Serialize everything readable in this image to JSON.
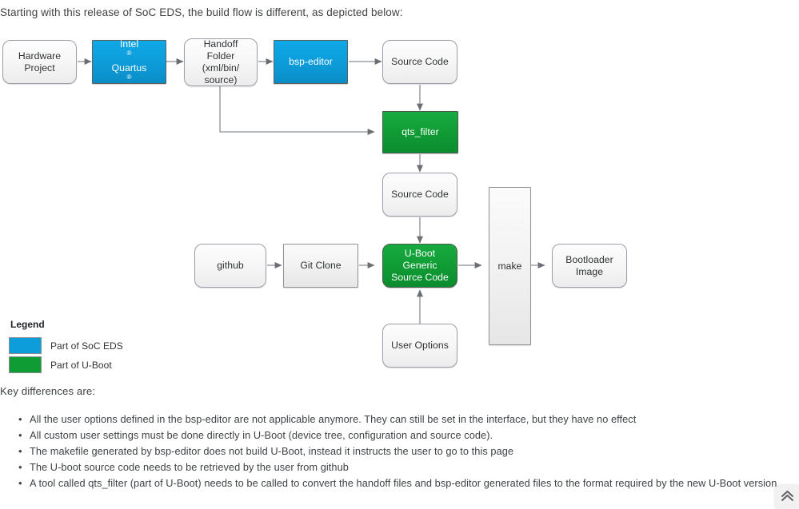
{
  "intro": {
    "text": "Starting with this release of SoC EDS, the build flow is different, as depicted below:"
  },
  "diagram": {
    "nodes": [
      {
        "id": "hardware-project",
        "label": "Hardware\nProject",
        "style": "round"
      },
      {
        "id": "intel-quartus",
        "label": "Intel® Quartus®",
        "style": "blue"
      },
      {
        "id": "handoff-folder",
        "label": "Handoff Folder\n(xml/bin/\nsource)",
        "style": "round"
      },
      {
        "id": "bsp-editor",
        "label": "bsp-editor",
        "style": "blue"
      },
      {
        "id": "source-code-1",
        "label": "Source Code",
        "style": "round"
      },
      {
        "id": "qts-filter",
        "label": "qts_filter",
        "style": "green"
      },
      {
        "id": "source-code-2",
        "label": "Source Code",
        "style": "round"
      },
      {
        "id": "github",
        "label": "github",
        "style": "round"
      },
      {
        "id": "git-clone",
        "label": "Git Clone",
        "style": "square"
      },
      {
        "id": "uboot-generic-source-code",
        "label": "U-Boot\nGeneric\nSource Code",
        "style": "green-round"
      },
      {
        "id": "user-options",
        "label": "User Options",
        "style": "round"
      },
      {
        "id": "make",
        "label": "make",
        "style": "square"
      },
      {
        "id": "bootloader-image",
        "label": "Bootloader\nImage",
        "style": "round"
      }
    ],
    "labels": {
      "hardware_project_line1": "Hardware",
      "hardware_project_line2": "Project",
      "intel_quartus_line1": "Intel",
      "intel_quartus_line2": "Quartus",
      "handoff_line1": "Handoff Folder",
      "handoff_line2": "(xml/bin/",
      "handoff_line3": "source)",
      "bsp_editor": "bsp-editor",
      "source_code_1": "Source Code",
      "qts_filter": "qts_filter",
      "source_code_2": "Source Code",
      "github": "github",
      "git_clone": "Git Clone",
      "uboot_line1": "U-Boot",
      "uboot_line2": "Generic",
      "uboot_line3": "Source Code",
      "user_options": "User Options",
      "make": "make",
      "bootloader_line1": "Bootloader",
      "bootloader_line2": "Image",
      "registered_mark": "®"
    }
  },
  "legend": {
    "title": "Legend",
    "items": [
      {
        "label": "Part of SoC EDS",
        "color": "#0d9ddb"
      },
      {
        "label": "Part of U-Boot",
        "color": "#109c35"
      }
    ]
  },
  "key_differences": {
    "heading": "Key differences are:",
    "items": [
      "All the user options defined in the bsp-editor are not applicable anymore. They can still be set in the interface, but they have no effect",
      "All custom user settings must be done directly in U-Boot (device tree, configuration and source code).",
      "The makefile generated by bsp-editor does not build U-Boot, instead it instructs the user to go to this page",
      "The U-boot source code needs to be retrieved by the user from github",
      "A tool called qts_filter (part of U-Boot) needs to be called to convert the handoff files and bsp-editor generated files to the format required by the new U-Boot version."
    ]
  },
  "scroll_to_top": {
    "icon": "scroll-to-top-icon",
    "glyph": "«"
  }
}
